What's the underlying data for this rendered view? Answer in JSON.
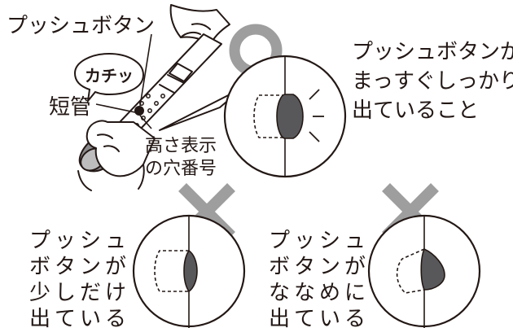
{
  "labels": {
    "push_button": "プッシュボタン",
    "click_sound": "カチッ",
    "short_tube": "短管",
    "height_hole_line1": "高さ表示",
    "height_hole_line2": "の穴番号",
    "correct_line1": "プッシュボタンが",
    "correct_line2": "まっすぐしっかり",
    "correct_line3": "出ていること",
    "wrong_little_line1": "プッシュ",
    "wrong_little_line2": "ボタンが",
    "wrong_little_line3": "少しだけ",
    "wrong_little_line4": "出ている",
    "wrong_slant_line1": "プッシュ",
    "wrong_slant_line2": "ボタンが",
    "wrong_slant_line3": "ななめに",
    "wrong_slant_line4": "出ている"
  },
  "marks": {
    "correct": "〇",
    "wrong": "×"
  },
  "colors": {
    "ink": "#231815",
    "mark_gray": "#9e9e9f",
    "button_gray": "#58585a"
  }
}
